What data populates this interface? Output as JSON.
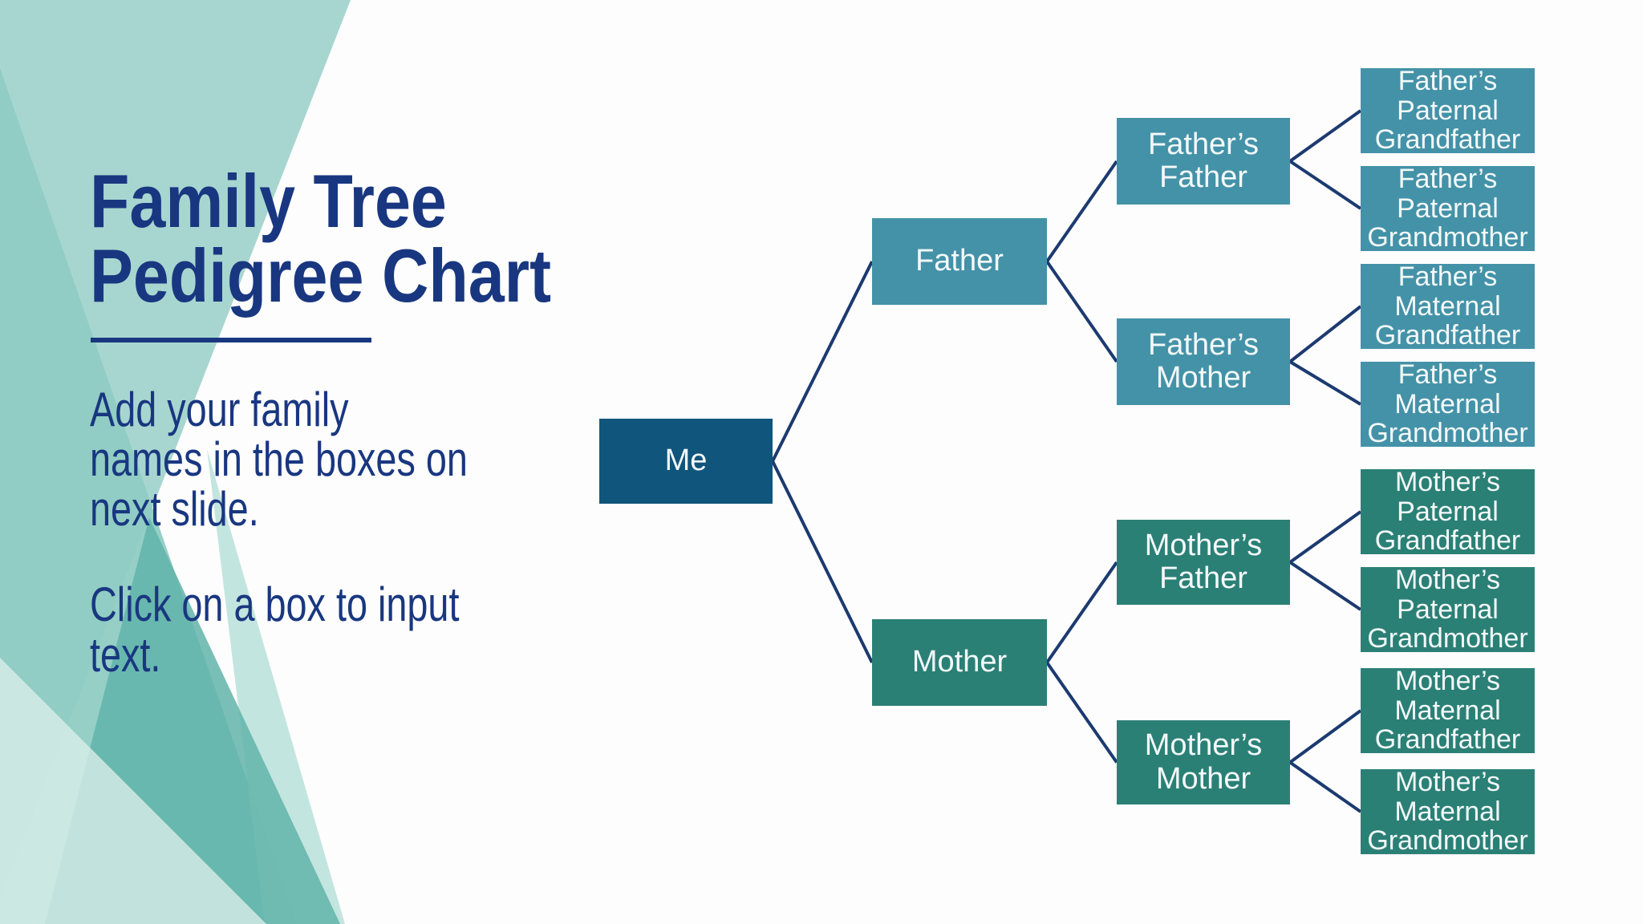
{
  "slide": {
    "title": "Family Tree Pedigree Chart",
    "body": {
      "paragraph1_lines": [
        "Add your family",
        "names in the boxes on",
        "next slide."
      ],
      "paragraph2_lines": [
        "Click on a box to input",
        "text."
      ]
    }
  },
  "colors": {
    "background": "#FDFDFD",
    "title_text": "#193780",
    "body_text": "#193780",
    "underline": "#193780",
    "connector": "#1C3A70",
    "node_text": "#F4F9FA",
    "node_dark": "#10557C",
    "node_blue": "#4492A8",
    "node_green": "#2B8076",
    "decor_triangles": [
      "#A7D6D0",
      "#8FCCC3",
      "#BCE2DC",
      "#61B4AA",
      "#D8EDE9"
    ]
  },
  "tree": {
    "type": "pedigree-tree",
    "nodes": [
      {
        "id": "me",
        "label": "Me",
        "color_key": "node_dark"
      },
      {
        "id": "father",
        "label": "Father",
        "color_key": "node_blue"
      },
      {
        "id": "mother",
        "label": "Mother",
        "color_key": "node_green"
      },
      {
        "id": "fathers_father",
        "label": "Father’s Father",
        "color_key": "node_blue"
      },
      {
        "id": "fathers_mother",
        "label": "Father’s Mother",
        "color_key": "node_blue"
      },
      {
        "id": "mothers_father",
        "label": "Mother’s Father",
        "color_key": "node_green"
      },
      {
        "id": "mothers_mother",
        "label": "Mother’s Mother",
        "color_key": "node_green"
      },
      {
        "id": "fathers_paternal_grandfather",
        "label": "Father’s Paternal Grandfather",
        "color_key": "node_blue"
      },
      {
        "id": "fathers_paternal_grandmother",
        "label": "Father’s Paternal Grandmother",
        "color_key": "node_blue"
      },
      {
        "id": "fathers_maternal_grandfather",
        "label": "Father’s Maternal Grandfather",
        "color_key": "node_blue"
      },
      {
        "id": "fathers_maternal_grandmother",
        "label": "Father’s Maternal Grandmother",
        "color_key": "node_blue"
      },
      {
        "id": "mothers_paternal_grandfather",
        "label": "Mother’s Paternal Grandfather",
        "color_key": "node_green"
      },
      {
        "id": "mothers_paternal_grandmother",
        "label": "Mother’s Paternal Grandmother",
        "color_key": "node_green"
      },
      {
        "id": "mothers_maternal_grandfather",
        "label": "Mother’s Maternal Grandfather",
        "color_key": "node_green"
      },
      {
        "id": "mothers_maternal_grandmother",
        "label": "Mother’s Maternal Grandmother",
        "color_key": "node_green"
      }
    ],
    "edges": [
      [
        "me",
        "father"
      ],
      [
        "me",
        "mother"
      ],
      [
        "father",
        "fathers_father"
      ],
      [
        "father",
        "fathers_mother"
      ],
      [
        "mother",
        "mothers_father"
      ],
      [
        "mother",
        "mothers_mother"
      ],
      [
        "fathers_father",
        "fathers_paternal_grandfather"
      ],
      [
        "fathers_father",
        "fathers_paternal_grandmother"
      ],
      [
        "fathers_mother",
        "fathers_maternal_grandfather"
      ],
      [
        "fathers_mother",
        "fathers_maternal_grandmother"
      ],
      [
        "mothers_father",
        "mothers_paternal_grandfather"
      ],
      [
        "mothers_father",
        "mothers_paternal_grandmother"
      ],
      [
        "mothers_mother",
        "mothers_maternal_grandfather"
      ],
      [
        "mothers_mother",
        "mothers_maternal_grandmother"
      ]
    ]
  }
}
